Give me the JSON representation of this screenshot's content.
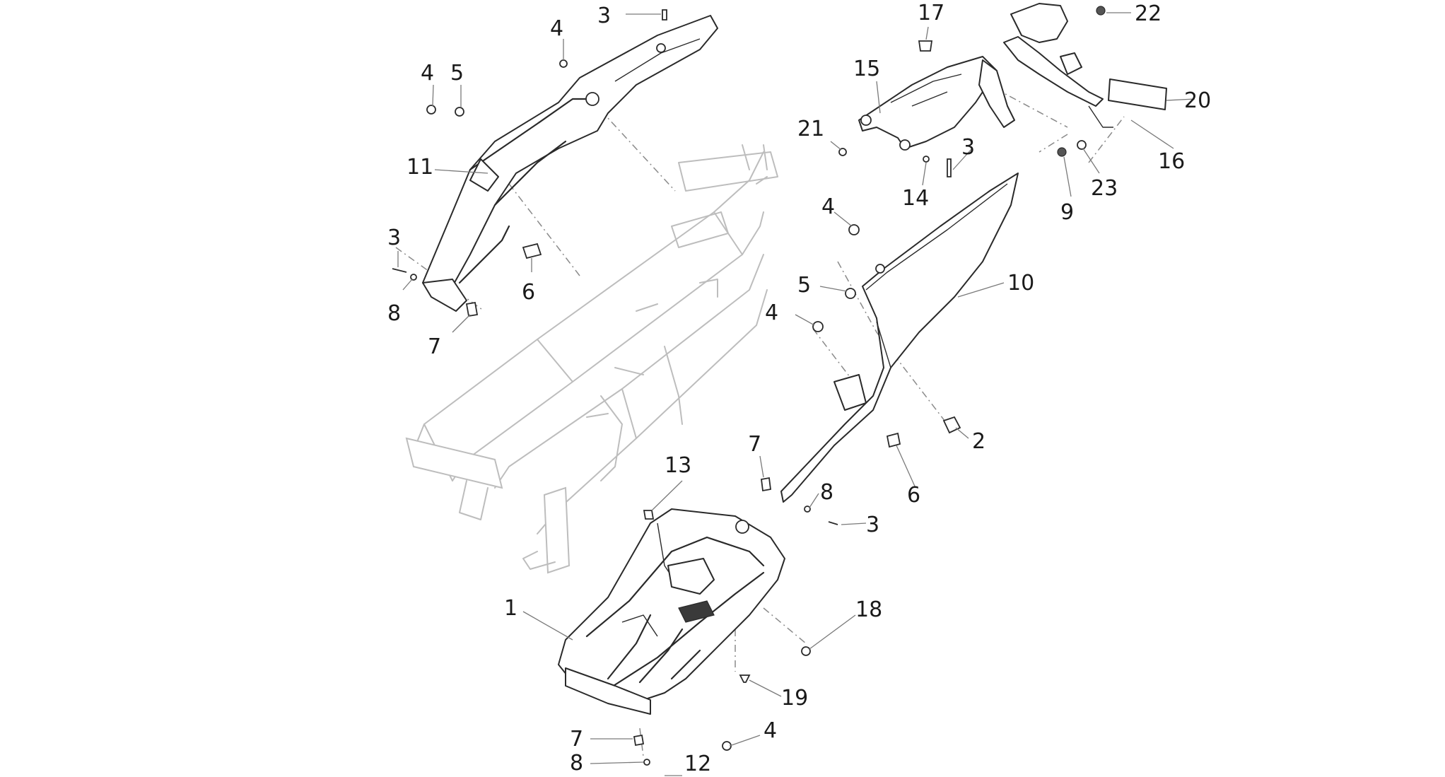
{
  "callouts": [
    "3",
    "4",
    "4",
    "5",
    "11",
    "3",
    "8",
    "6",
    "7",
    "17",
    "22",
    "15",
    "20",
    "21",
    "3",
    "14",
    "16",
    "23",
    "9",
    "4",
    "10",
    "5",
    "4",
    "2",
    "7",
    "6",
    "8",
    "3",
    "13",
    "1",
    "18",
    "19",
    "4",
    "7",
    "8",
    "12"
  ]
}
